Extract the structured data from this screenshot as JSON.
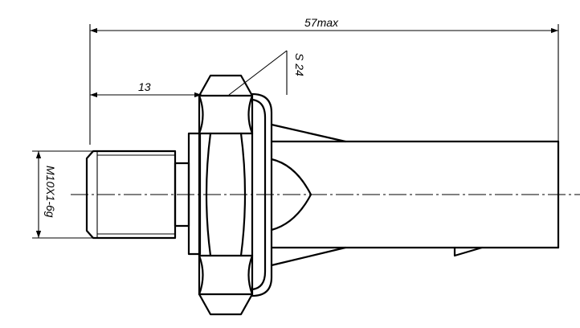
{
  "drawing": {
    "dimensions": {
      "overall_length": "57max",
      "thread_length": "13",
      "wrench_size": "S 24",
      "thread_spec": "M10X1-6g"
    }
  }
}
